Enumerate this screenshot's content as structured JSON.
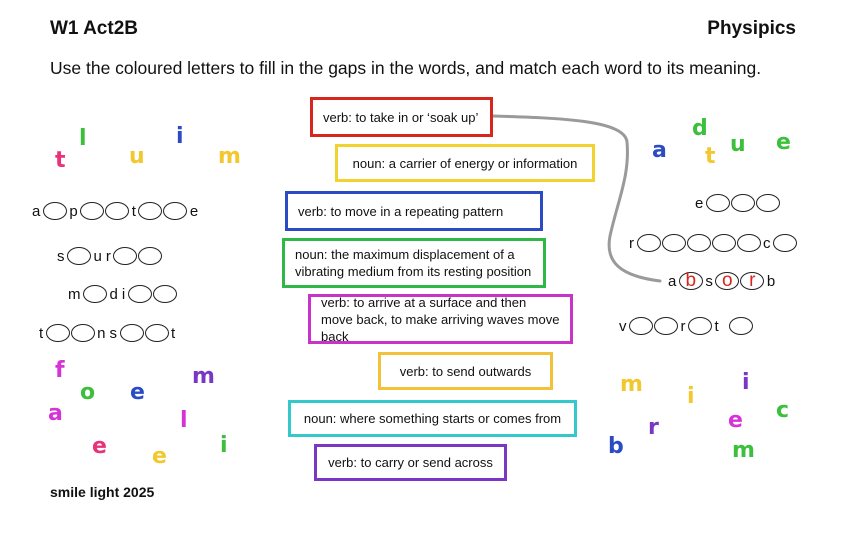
{
  "header": {
    "title_left": "W1 Act2B",
    "title_right": "Physipics"
  },
  "instructions": "Use the coloured letters to fill in the gaps in the words, and match each word to its meaning.",
  "footer": "smile light 2025",
  "definitions": [
    {
      "text": "verb: to take in or ‘soak up’",
      "color": "#d7261e"
    },
    {
      "text": "noun: a carrier of energy or information",
      "color": "#f2d22f"
    },
    {
      "text": "verb: to move in a repeating pattern",
      "color": "#2a4bc4"
    },
    {
      "text": "noun: the maximum displacement of a vibrating medium from its resting position",
      "color": "#2fb845"
    },
    {
      "text": "verb: to arrive at a surface and then move back, to make arriving waves move back",
      "color": "#c833c8"
    },
    {
      "text": "verb: to send outwards",
      "color": "#f2c23a"
    },
    {
      "text": "noun: where something starts or comes from",
      "color": "#33c9cc"
    },
    {
      "text": "verb: to carry or send across",
      "color": "#7a37c4"
    }
  ],
  "words_left": [
    {
      "parts": [
        "a",
        "_",
        "p",
        "_",
        "_",
        "t",
        "_",
        "_",
        "e"
      ]
    },
    {
      "parts": [
        "s",
        "_",
        "u",
        "r",
        "_",
        "_"
      ]
    },
    {
      "parts": [
        "m",
        "_",
        "d",
        "i",
        "_",
        "_"
      ]
    },
    {
      "parts": [
        "t",
        "_",
        "_",
        "n",
        "s",
        "_",
        "_",
        "t"
      ]
    }
  ],
  "words_right": [
    {
      "parts": [
        "e",
        "_",
        "_",
        "_"
      ]
    },
    {
      "parts": [
        "r",
        "_",
        "_",
        "_",
        "_",
        "_",
        "c",
        "_"
      ]
    },
    {
      "parts": [
        "a",
        "b*",
        "s",
        "o*",
        "r*",
        "b"
      ]
    },
    {
      "parts": [
        "v",
        "_",
        "_",
        "r",
        "_",
        "t",
        " ",
        "_"
      ]
    }
  ],
  "letters": {
    "top_left": [
      {
        "ch": "t",
        "color": "#e8327a"
      },
      {
        "ch": "l",
        "color": "#3cc03c"
      },
      {
        "ch": "u",
        "color": "#f2c82e"
      },
      {
        "ch": "i",
        "color": "#2a4bc4"
      },
      {
        "ch": "m",
        "color": "#f2c82e"
      }
    ],
    "bottom_left": [
      {
        "ch": "f",
        "color": "#d633d6"
      },
      {
        "ch": "o",
        "color": "#3cc03c"
      },
      {
        "ch": "e",
        "color": "#2a4bc4"
      },
      {
        "ch": "m",
        "color": "#7a37c4"
      },
      {
        "ch": "a",
        "color": "#d633d6"
      },
      {
        "ch": "l",
        "color": "#d633d6"
      },
      {
        "ch": "e",
        "color": "#e8327a"
      },
      {
        "ch": "e",
        "color": "#f2c82e"
      },
      {
        "ch": "i",
        "color": "#3cc03c"
      }
    ],
    "top_right": [
      {
        "ch": "a",
        "color": "#2a4bc4"
      },
      {
        "ch": "d",
        "color": "#3cc03c"
      },
      {
        "ch": "t",
        "color": "#f2c82e"
      },
      {
        "ch": "u",
        "color": "#3cc03c"
      },
      {
        "ch": "e",
        "color": "#3cc03c"
      }
    ],
    "bottom_right": [
      {
        "ch": "m",
        "color": "#f2c82e"
      },
      {
        "ch": "i",
        "color": "#f2c82e"
      },
      {
        "ch": "i",
        "color": "#7a37c4"
      },
      {
        "ch": "c",
        "color": "#3cc03c"
      },
      {
        "ch": "r",
        "color": "#7a37c4"
      },
      {
        "ch": "e",
        "color": "#d633d6"
      },
      {
        "ch": "b",
        "color": "#2a4bc4"
      },
      {
        "ch": "m",
        "color": "#3cc03c"
      }
    ]
  }
}
